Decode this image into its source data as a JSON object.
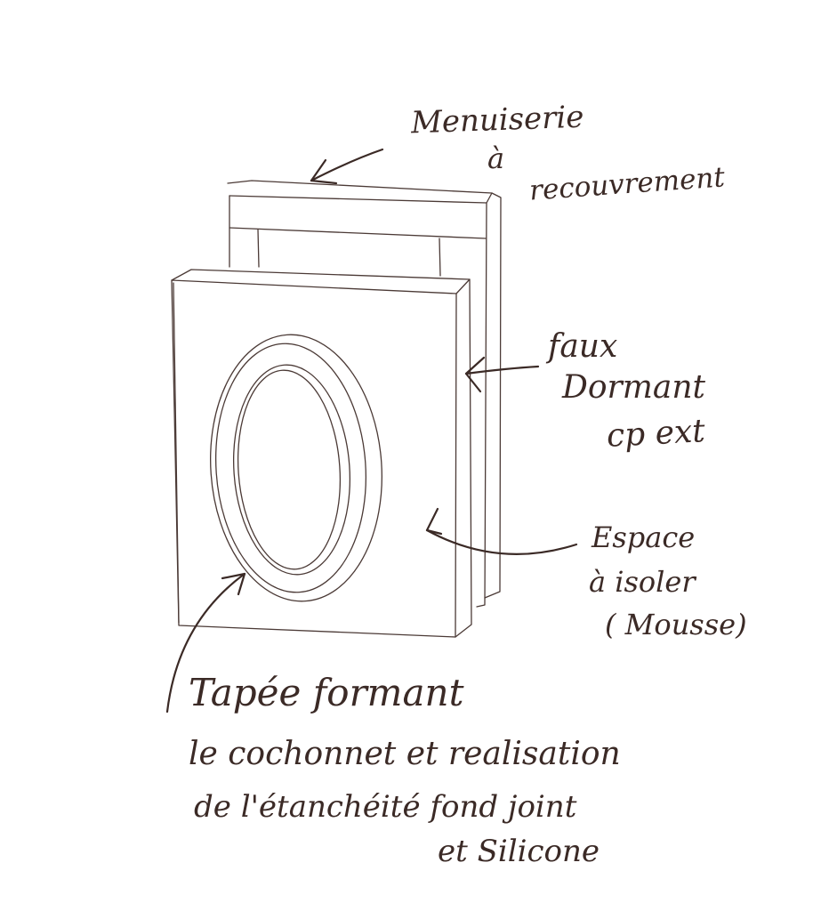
{
  "labels": {
    "menuiserie_line1": "Menuiserie",
    "menuiserie_line2": "à",
    "menuiserie_line3": "recouvrement",
    "faux_dormant_line1": "faux",
    "faux_dormant_line2": "Dormant",
    "faux_dormant_line3": "cp ext",
    "espace_line1": "Espace",
    "espace_line2": "à isoler",
    "espace_line3": "( Mousse)",
    "tapee_line1": "Tapée formant",
    "tapee_line2": "le cochonnet et realisation",
    "tapee_line3": "de l'étanchéité fond joint",
    "tapee_line4": "et Silicone"
  },
  "colors": {
    "ink": "#3b2a26",
    "pencil": "#4b3a36",
    "background": "#ffffff"
  }
}
